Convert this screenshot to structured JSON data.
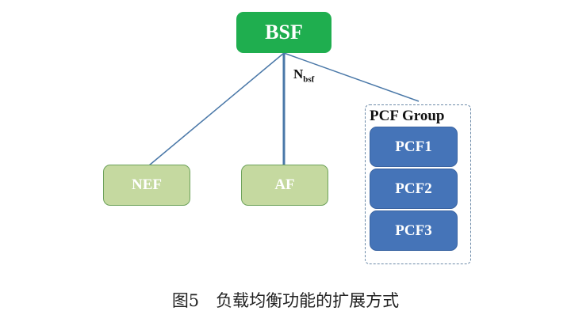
{
  "nodes": {
    "bsf": "BSF",
    "nef": "NEF",
    "af": "AF",
    "pcf1": "PCF1",
    "pcf2": "PCF2",
    "pcf3": "PCF3"
  },
  "group_label": "PCF Group",
  "interface": {
    "main": "N",
    "sub": "bsf"
  },
  "caption": "图5　负载均衡功能的扩展方式",
  "colors": {
    "bsf": "#1fae4f",
    "green_nodes": "#c5d9a0",
    "pcf": "#4574b8",
    "lines": "#4a78a8"
  }
}
